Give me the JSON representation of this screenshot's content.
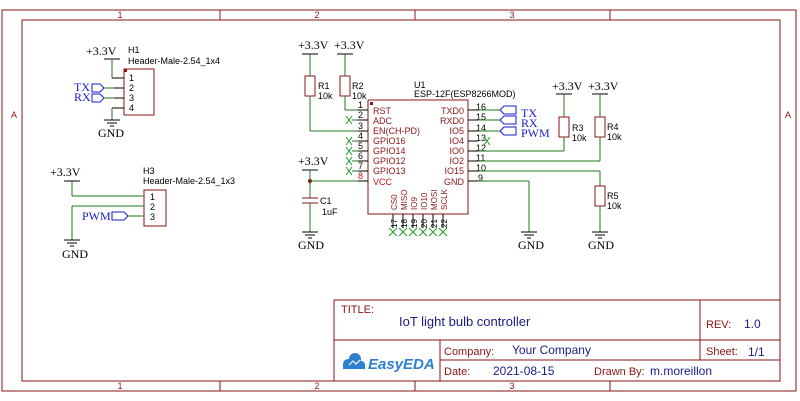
{
  "frame": {
    "columns": [
      "1",
      "2",
      "3"
    ],
    "rows": [
      "A"
    ]
  },
  "components": {
    "h1": {
      "ref": "H1",
      "value": "Header-Male-2.54_1x4",
      "pins": [
        "1",
        "2",
        "3",
        "4"
      ]
    },
    "h3": {
      "ref": "H3",
      "value": "Header-Male-2.54_1x3",
      "pins": [
        "1",
        "2",
        "3"
      ]
    },
    "r1": {
      "ref": "R1",
      "value": "10k"
    },
    "r2": {
      "ref": "R2",
      "value": "10k"
    },
    "r3": {
      "ref": "R3",
      "value": "10k"
    },
    "r4": {
      "ref": "R4",
      "value": "10k"
    },
    "r5": {
      "ref": "R5",
      "value": "10k"
    },
    "c1": {
      "ref": "C1",
      "value": "1uF"
    },
    "u1": {
      "ref": "U1",
      "value": "ESP-12F(ESP8266MOD)",
      "left_pins": [
        {
          "num": "1",
          "name": "RST"
        },
        {
          "num": "2",
          "name": "ADC"
        },
        {
          "num": "3",
          "name": "EN(CH-PD)"
        },
        {
          "num": "4",
          "name": "GPIO16"
        },
        {
          "num": "5",
          "name": "GPIO14"
        },
        {
          "num": "6",
          "name": "GPIO12"
        },
        {
          "num": "7",
          "name": "GPIO13"
        },
        {
          "num": "8",
          "name": "VCC"
        }
      ],
      "right_pins": [
        {
          "num": "16",
          "name": "TXD0"
        },
        {
          "num": "15",
          "name": "RXD0"
        },
        {
          "num": "14",
          "name": "IO5"
        },
        {
          "num": "13",
          "name": "IO4"
        },
        {
          "num": "12",
          "name": "IO0"
        },
        {
          "num": "11",
          "name": "IO2"
        },
        {
          "num": "10",
          "name": "IO15"
        },
        {
          "num": "9",
          "name": "GND"
        }
      ],
      "bottom_pins": [
        {
          "num": "17",
          "name": "CS0"
        },
        {
          "num": "18",
          "name": "MISO"
        },
        {
          "num": "19",
          "name": "IO9"
        },
        {
          "num": "20",
          "name": "IO10"
        },
        {
          "num": "21",
          "name": "MOSI"
        },
        {
          "num": "22",
          "name": "SCLK"
        }
      ]
    }
  },
  "nets": {
    "v33": "+3.3V",
    "gnd": "GND",
    "tx": "TX",
    "rx": "RX",
    "pwm": "PWM"
  },
  "title_block": {
    "title_label": "TITLE:",
    "title": "IoT light bulb controller",
    "rev_label": "REV:",
    "rev": "1.0",
    "company_label": "Company:",
    "company": "Your Company",
    "sheet_label": "Sheet:",
    "sheet": "1/1",
    "date_label": "Date:",
    "date": "2021-08-15",
    "drawn_label": "Drawn By:",
    "drawn": "m.moreillon",
    "logo_text": "EasyEDA"
  },
  "colors": {
    "frame": "#8a1515",
    "wire": "#1f7a1f",
    "netflag": "#1a1ad0",
    "logo": "#2f7fd0"
  }
}
